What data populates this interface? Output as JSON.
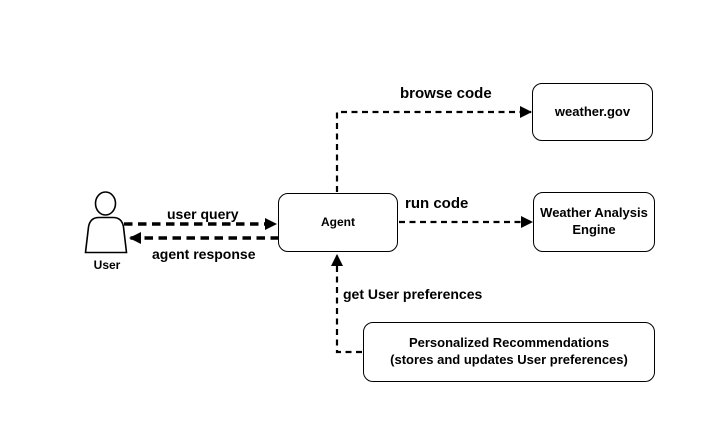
{
  "colors": {
    "background": "#ffffff",
    "line": "#000000",
    "text": "#000000"
  },
  "nodes": {
    "user": {
      "caption": "User"
    },
    "agent": {
      "label": "Agent"
    },
    "weather_gov": {
      "label": "weather.gov"
    },
    "weather_analysis": {
      "line1": "Weather Analysis",
      "line2": "Engine"
    },
    "personalized": {
      "line1": "Personalized Recommendations",
      "line2": "(stores and updates User preferences)"
    }
  },
  "edges": {
    "user_query": {
      "label": "user query"
    },
    "agent_response": {
      "label": "agent response"
    },
    "browse_code": {
      "label": "browse code"
    },
    "run_code": {
      "label": "run code"
    },
    "get_user_preferences": {
      "label": "get User preferences"
    }
  }
}
